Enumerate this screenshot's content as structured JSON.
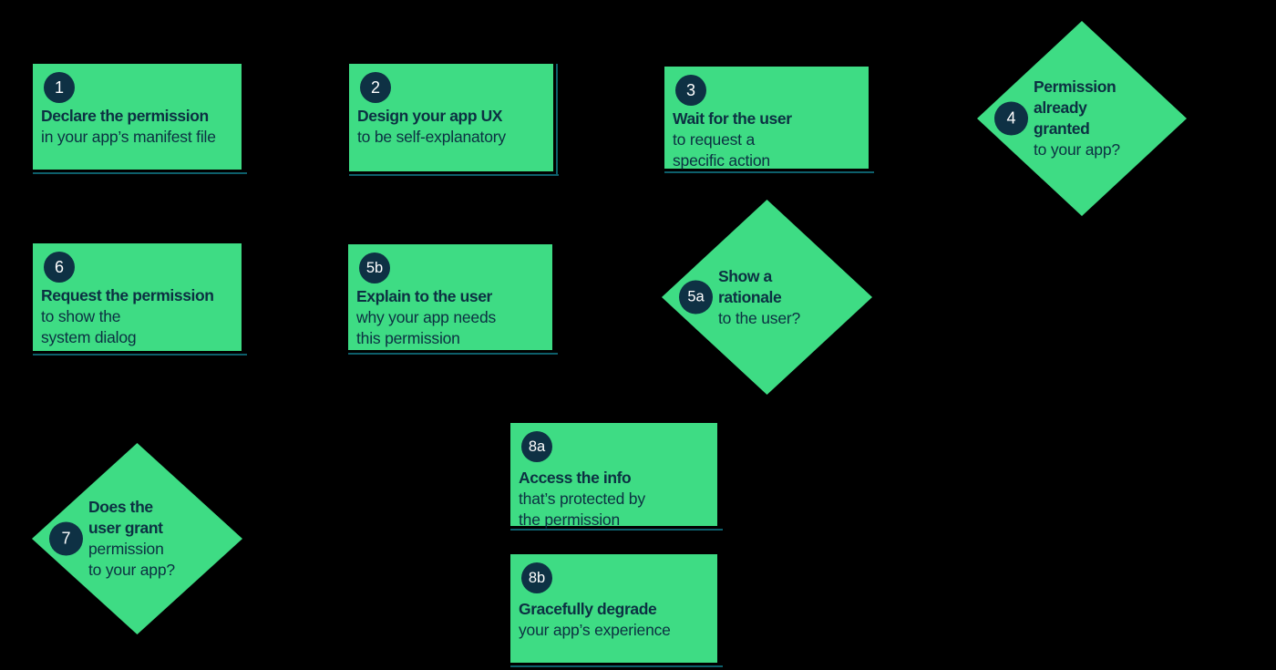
{
  "colors": {
    "background": "#000000",
    "node_green": "#3edc84",
    "text_navy": "#0c3042",
    "badge_navy": "#0e3144",
    "badge_text": "#ffffff",
    "shadow_teal": "#0d5f6b"
  },
  "nodes": [
    {
      "id": "1",
      "shape": "rect",
      "badge": "1",
      "lines": [
        {
          "t": "Declare the permission",
          "b": true
        },
        {
          "t": "in your app’s manifest file",
          "b": false
        }
      ]
    },
    {
      "id": "2",
      "shape": "rect",
      "badge": "2",
      "lines": [
        {
          "t": "Design your app UX",
          "b": true
        },
        {
          "t": "to be self-explanatory",
          "b": false
        }
      ]
    },
    {
      "id": "3",
      "shape": "rect",
      "badge": "3",
      "lines": [
        {
          "t": "Wait for the user",
          "b": true
        },
        {
          "t": "to request a",
          "b": false
        },
        {
          "t": "specific action",
          "b": false
        }
      ]
    },
    {
      "id": "4",
      "shape": "diamond",
      "badge": "4",
      "lines": [
        {
          "t": "Permission",
          "b": true
        },
        {
          "t": "already",
          "b": true
        },
        {
          "t": "granted",
          "b": true
        },
        {
          "t": "to your app?",
          "b": false
        }
      ]
    },
    {
      "id": "5a",
      "shape": "diamond",
      "badge": "5a",
      "lines": [
        {
          "t": "Show a",
          "b": true
        },
        {
          "t": "rationale",
          "b": true
        },
        {
          "t": "to the user?",
          "b": false
        }
      ]
    },
    {
      "id": "5b",
      "shape": "rect",
      "badge": "5b",
      "lines": [
        {
          "t": "Explain to the user",
          "b": true
        },
        {
          "t": "why your app needs",
          "b": false
        },
        {
          "t": "this permission",
          "b": false
        }
      ]
    },
    {
      "id": "6",
      "shape": "rect",
      "badge": "6",
      "lines": [
        {
          "t": "Request the permission",
          "b": true
        },
        {
          "t": "to show the",
          "b": false
        },
        {
          "t": "system dialog",
          "b": false
        }
      ]
    },
    {
      "id": "7",
      "shape": "diamond",
      "badge": "7",
      "lines": [
        {
          "t": "Does the",
          "b": true
        },
        {
          "t": "user grant",
          "b": true
        },
        {
          "t": "permission",
          "b": false
        },
        {
          "t": "to your app?",
          "b": false
        }
      ]
    },
    {
      "id": "8a",
      "shape": "rect",
      "badge": "8a",
      "lines": [
        {
          "t": "Access the info",
          "b": true
        },
        {
          "t": "that’s protected by",
          "b": false
        },
        {
          "t": "the permission",
          "b": false
        }
      ]
    },
    {
      "id": "8b",
      "shape": "rect",
      "badge": "8b",
      "lines": [
        {
          "t": "Gracefully degrade",
          "b": true
        },
        {
          "t": "your app’s experience",
          "b": false
        }
      ]
    }
  ]
}
